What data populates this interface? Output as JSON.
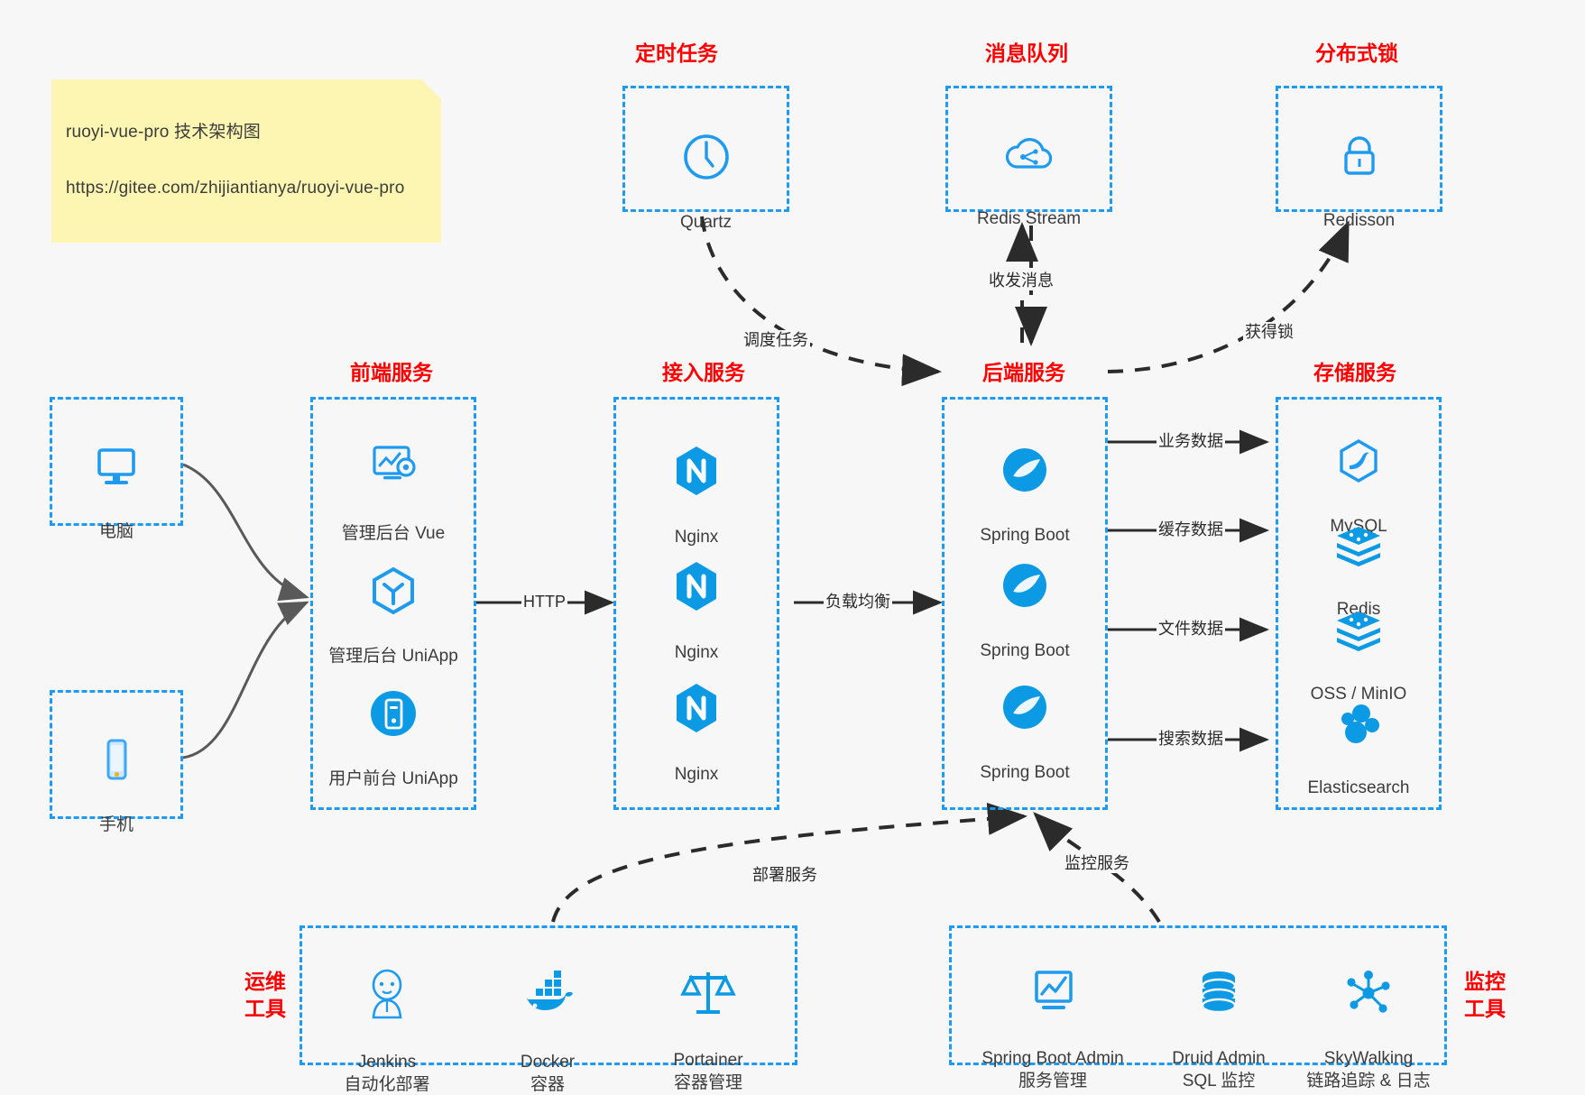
{
  "note": {
    "line1": "ruoyi-vue-pro 技术架构图",
    "line2": "https://gitee.com/zhijiantianya/ruoyi-vue-pro"
  },
  "colors": {
    "accent_blue": "#1e9bf0",
    "title_red": "#ff0000",
    "text_gray": "#3c3c3c",
    "background": "#f7f7f7",
    "arrow_black": "#2b2b2b",
    "arrow_gray": "#595959"
  },
  "groups": {
    "scheduled_task": "定时任务",
    "message_queue": "消息队列",
    "distributed_lock": "分布式锁",
    "frontend_service": "前端服务",
    "access_service": "接入服务",
    "backend_service": "后端服务",
    "storage_service": "存储服务",
    "devops_tools": "运维\n工具",
    "monitor_tools": "监控\n工具"
  },
  "clients": [
    {
      "label": "电脑",
      "icon": "desktop-computer-icon"
    },
    {
      "label": "手机",
      "icon": "mobile-phone-icon"
    }
  ],
  "scheduled_task_nodes": [
    {
      "label": "Quartz",
      "icon": "clock-icon"
    }
  ],
  "message_queue_nodes": [
    {
      "label": "Redis Stream",
      "icon": "cloud-stream-icon"
    }
  ],
  "distributed_lock_nodes": [
    {
      "label": "Redisson",
      "icon": "lock-icon"
    }
  ],
  "frontend_nodes": [
    {
      "label": "管理后台 Vue",
      "icon": "dashboard-gear-icon"
    },
    {
      "label": "管理后台 UniApp",
      "icon": "cube-icon"
    },
    {
      "label": "用户前台 UniApp",
      "icon": "mobile-app-circle-icon"
    }
  ],
  "access_nodes": [
    {
      "label": "Nginx",
      "icon": "nginx-icon"
    },
    {
      "label": "Nginx",
      "icon": "nginx-icon"
    },
    {
      "label": "Nginx",
      "icon": "nginx-icon"
    }
  ],
  "backend_nodes": [
    {
      "label": "Spring Boot",
      "icon": "spring-boot-icon"
    },
    {
      "label": "Spring Boot",
      "icon": "spring-boot-icon"
    },
    {
      "label": "Spring Boot",
      "icon": "spring-boot-icon"
    }
  ],
  "storage_nodes": [
    {
      "label": "MySQL",
      "icon": "mysql-dolphin-icon"
    },
    {
      "label": "Redis",
      "icon": "redis-stack-icon"
    },
    {
      "label": "OSS / MinIO",
      "icon": "redis-stack-icon"
    },
    {
      "label": "Elasticsearch",
      "icon": "elasticsearch-icon"
    }
  ],
  "devops_nodes": [
    {
      "name": "Jenkins",
      "desc": "自动化部署",
      "icon": "jenkins-butler-icon"
    },
    {
      "name": "Docker",
      "desc": "容器",
      "icon": "docker-whale-icon"
    },
    {
      "name": "Portainer",
      "desc": "容器管理",
      "icon": "scales-balance-icon"
    }
  ],
  "monitor_nodes": [
    {
      "name": "Spring Boot Admin",
      "desc": "服务管理",
      "icon": "monitor-chart-icon"
    },
    {
      "name": "Druid Admin",
      "desc": "SQL 监控",
      "icon": "database-cylinder-icon"
    },
    {
      "name": "SkyWalking",
      "desc": "链路追踪 & 日志",
      "icon": "skywalking-node-icon"
    }
  ],
  "edges": [
    {
      "id": "http",
      "label": "HTTP"
    },
    {
      "id": "load-balance",
      "label": "负载均衡"
    },
    {
      "id": "schedule-task",
      "label": "调度任务"
    },
    {
      "id": "send-receive-message",
      "label": "收发消息"
    },
    {
      "id": "acquire-lock",
      "label": "获得锁"
    },
    {
      "id": "business-data",
      "label": "业务数据"
    },
    {
      "id": "cache-data",
      "label": "缓存数据"
    },
    {
      "id": "file-data",
      "label": "文件数据"
    },
    {
      "id": "search-data",
      "label": "搜索数据"
    },
    {
      "id": "deploy-service",
      "label": "部署服务"
    },
    {
      "id": "monitor-service",
      "label": "监控服务"
    }
  ]
}
